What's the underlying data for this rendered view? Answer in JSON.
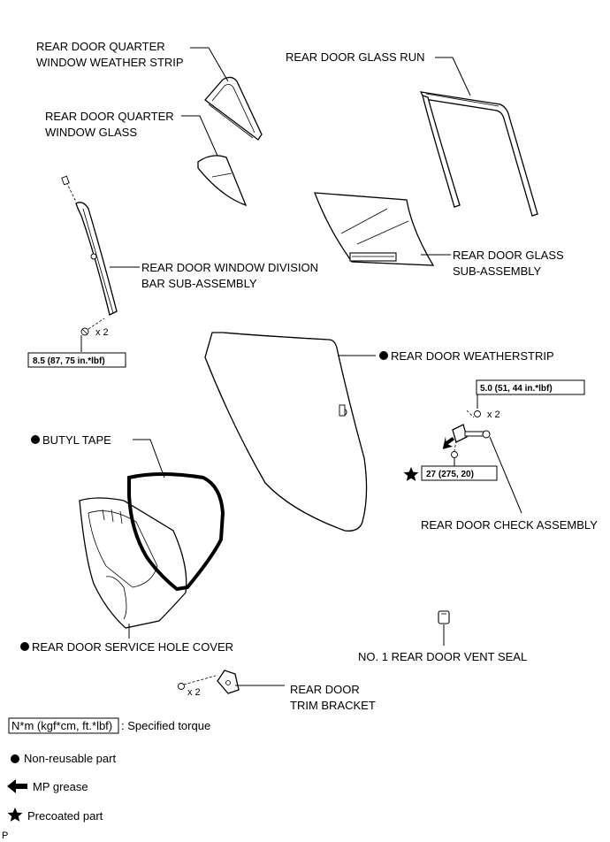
{
  "labels": {
    "quarter_weather_strip_1": "REAR DOOR QUARTER",
    "quarter_weather_strip_2": "WINDOW WEATHER STRIP",
    "glass_run": "REAR DOOR GLASS RUN",
    "quarter_glass_1": "REAR DOOR QUARTER",
    "quarter_glass_2": "WINDOW GLASS",
    "division_bar_1": "REAR DOOR WINDOW DIVISION",
    "division_bar_2": "BAR SUB-ASSEMBLY",
    "glass_sub_1": "REAR DOOR GLASS",
    "glass_sub_2": "SUB-ASSEMBLY",
    "weatherstrip": "REAR DOOR WEATHERSTRIP",
    "butyl_tape": "BUTYL TAPE",
    "check_assembly": "REAR DOOR CHECK ASSEMBLY",
    "service_hole_cover": "REAR DOOR SERVICE HOLE COVER",
    "vent_seal": "NO. 1 REAR DOOR VENT SEAL",
    "trim_bracket_1": "REAR DOOR",
    "trim_bracket_2": "TRIM BRACKET"
  },
  "torques": {
    "division_bar": "8.5 (87, 75 in.*lbf)",
    "check_upper": "5.0 (51, 44 in.*lbf)",
    "check_lower": "27 (275, 20)"
  },
  "counts": {
    "division_bar": "x 2",
    "check": "x 2",
    "trim_bracket": "x 2"
  },
  "legend": {
    "torque_box": "N*m (kgf*cm, ft.*lbf)",
    "torque_text": ": Specified torque",
    "non_reusable": "Non-reusable part",
    "mp_grease": "MP grease",
    "precoated": "Precoated part"
  },
  "footer_code": "P"
}
